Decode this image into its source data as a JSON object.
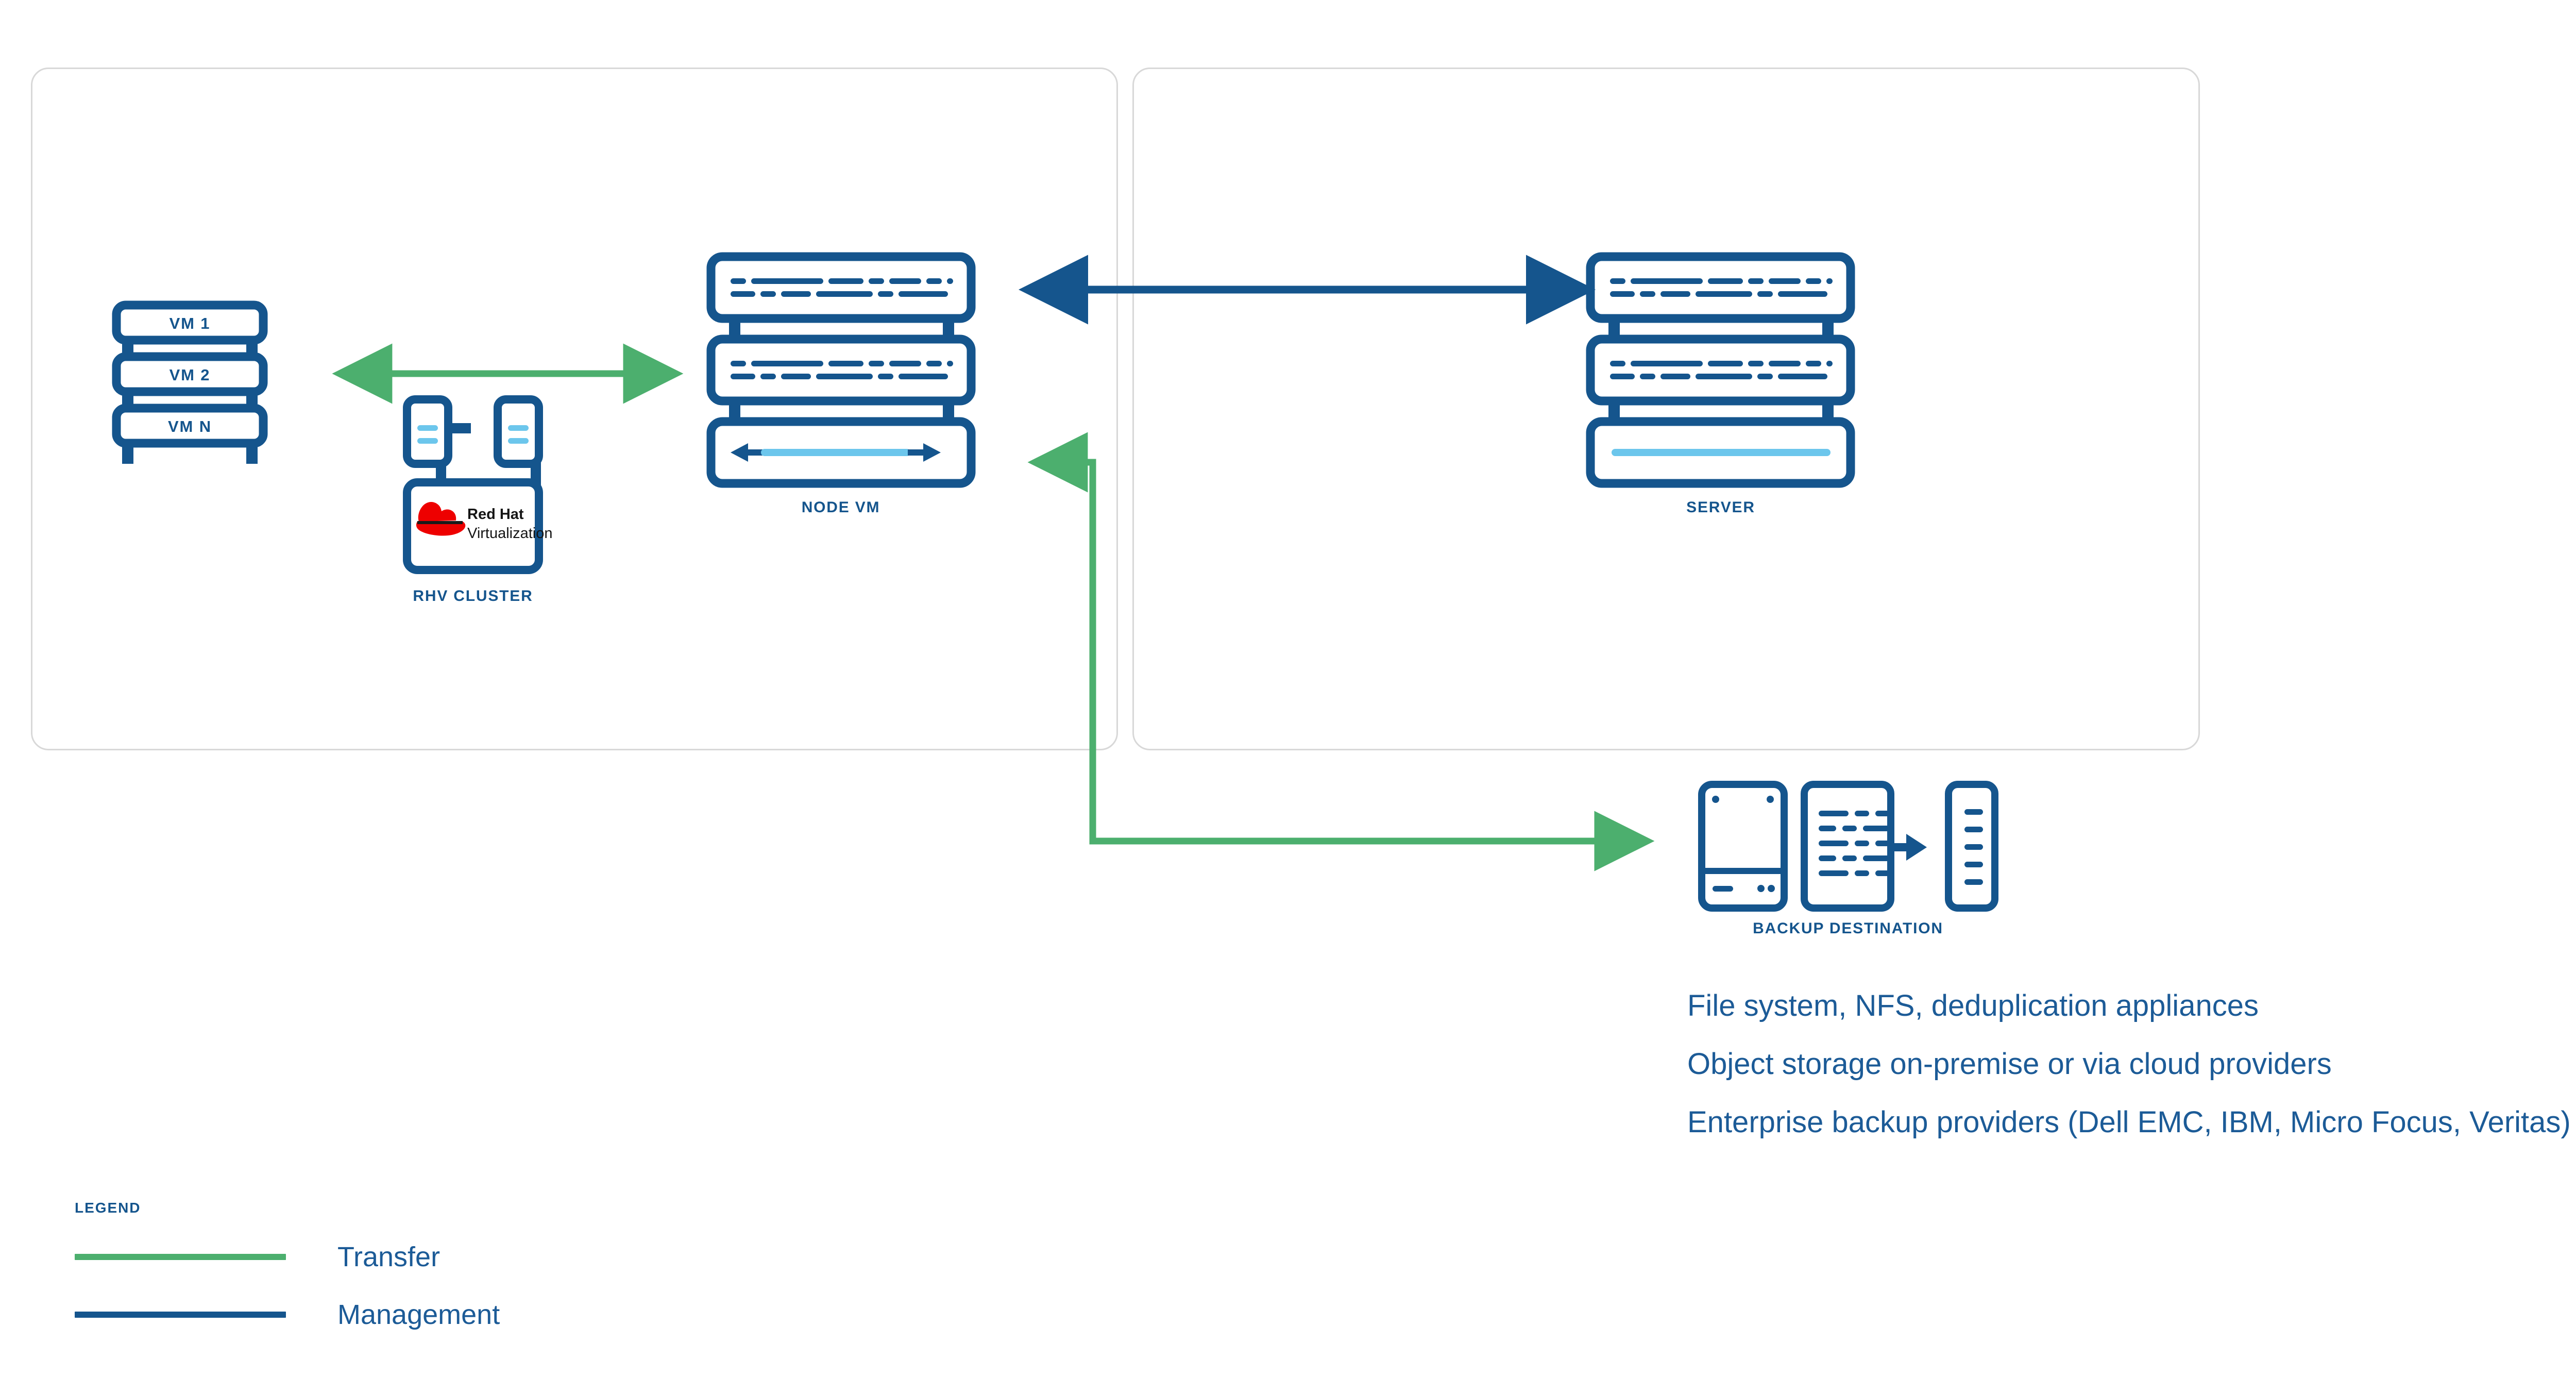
{
  "diagram": {
    "title": "Red Hat Virtualization backup architecture",
    "colors": {
      "navy": "#15558d",
      "navy_dark": "#13568f",
      "green": "#4caf6e",
      "light_blue": "#6cc6ec",
      "panel_border": "#d8d8d8",
      "text_blue": "#1c5b97",
      "redhat_red": "#ee0000",
      "background": "#ffffff"
    },
    "panels": [
      {
        "id": "left",
        "name": "virtualization-environment-panel"
      },
      {
        "id": "right",
        "name": "backup-server-panel"
      }
    ],
    "nodes": {
      "vm_stack": {
        "label": "",
        "items": [
          "VM 1",
          "VM 2",
          "VM N"
        ]
      },
      "rhv_cluster": {
        "label": "RHV CLUSTER",
        "logo_brand": "Red Hat",
        "logo_product": "Virtualization"
      },
      "node_vm": {
        "label": "NODE VM"
      },
      "server": {
        "label": "SERVER"
      },
      "backup_destination": {
        "label": "BACKUP DESTINATION"
      }
    },
    "connectors": [
      {
        "name": "vm-to-rhv-transfer",
        "type": "transfer",
        "style": "double-arrow"
      },
      {
        "name": "nodevm-to-server-management",
        "type": "management",
        "style": "double-arrow"
      },
      {
        "name": "nodevm-to-backup-transfer",
        "type": "transfer",
        "style": "elbow-double-arrow"
      }
    ],
    "destination_options": [
      "File system, NFS, deduplication appliances",
      "Object storage on-premise or via cloud providers",
      "Enterprise backup providers (Dell EMC, IBM, Micro Focus, Veritas)"
    ],
    "legend": {
      "title": "LEGEND",
      "items": [
        {
          "label": "Transfer",
          "color": "#4caf6e"
        },
        {
          "label": "Management",
          "color": "#15558d"
        }
      ]
    }
  }
}
